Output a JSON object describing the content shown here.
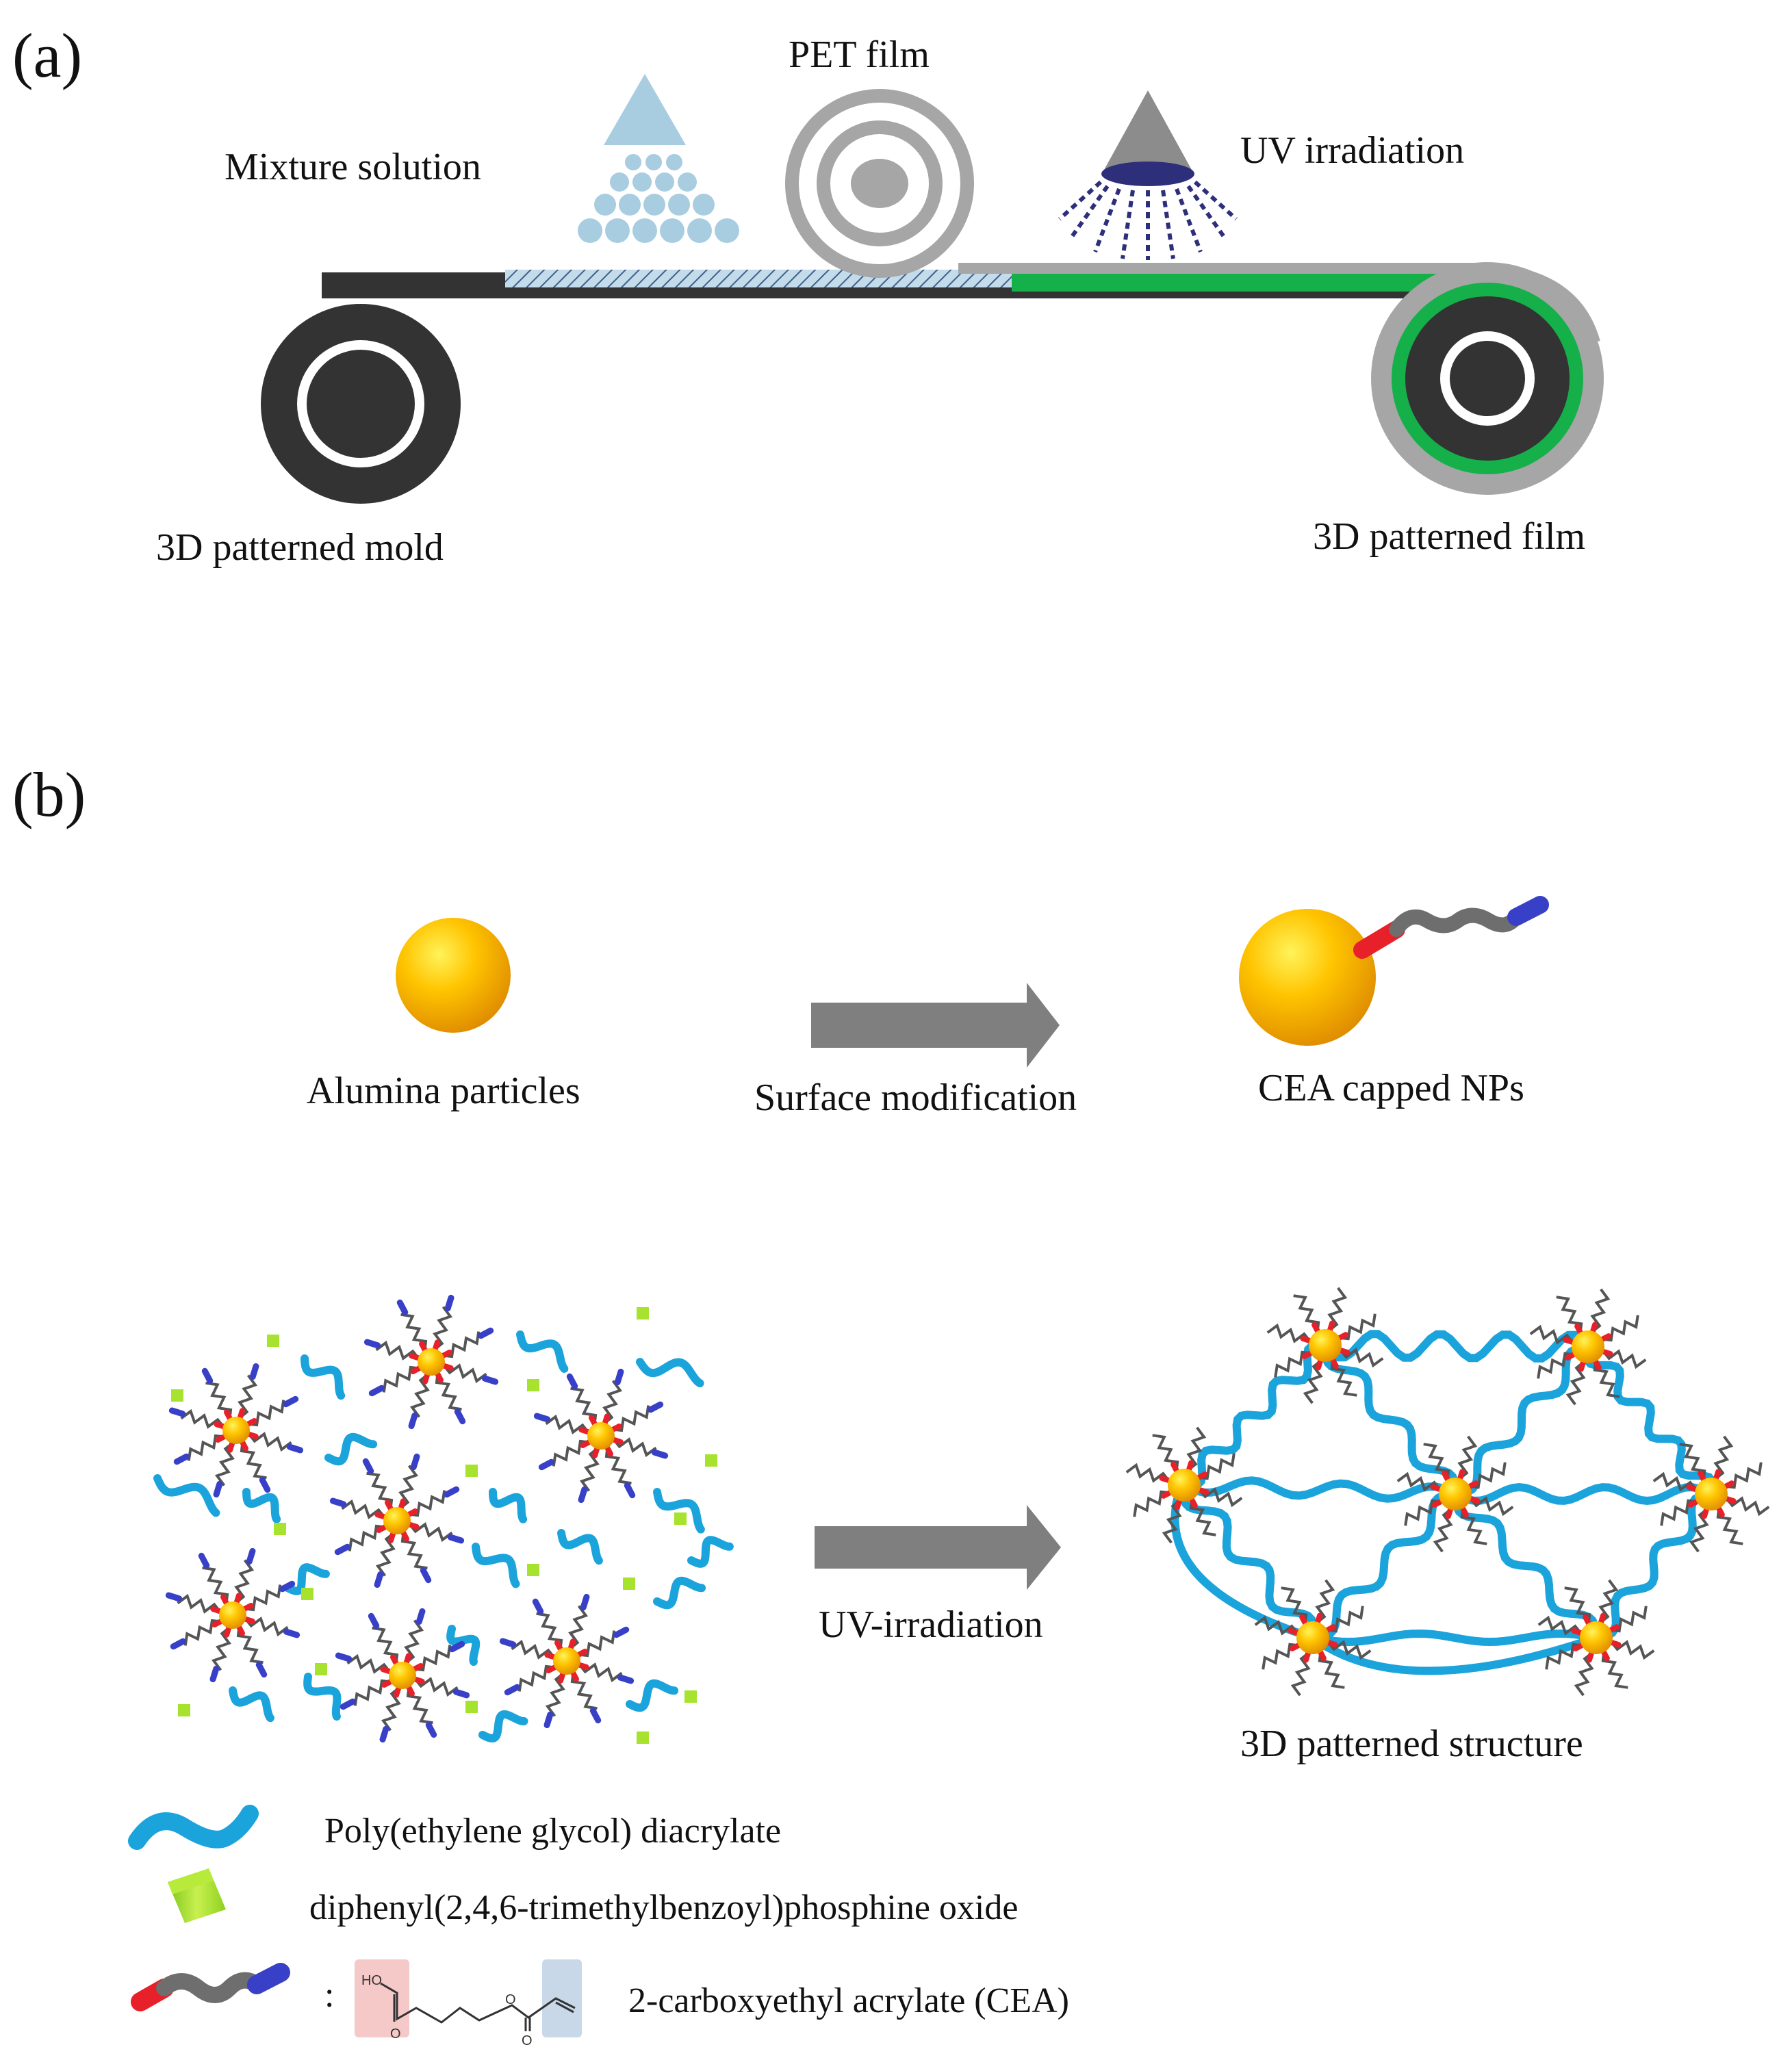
{
  "panel_a": {
    "label": "(a)",
    "mixture_solution": "Mixture solution",
    "pet_film": "PET film",
    "uv_irradiation": "UV irradiation",
    "mold": "3D patterned mold",
    "film": "3D patterned  film",
    "colors": {
      "belt": "#333333",
      "roller_gray": "#a6a6a6",
      "cured_green": "#16b04a",
      "solution_blue": "#a8cde0",
      "lamp_navy": "#2d2f7a"
    }
  },
  "panel_b": {
    "label": "(b)",
    "alumina": "Alumina particles",
    "surface_mod": "Surface modification",
    "cea_np": "CEA capped NPs",
    "uv": "UV-irradiation",
    "structure": "3D patterned structure",
    "legend": {
      "peg": "Poly(ethylene glycol) diacrylate",
      "photoinit": "diphenyl(2,4,6-trimethylbenzoyl)phosphine oxide",
      "colon": ":",
      "cea": "2-carboxyethyl acrylate (CEA)",
      "ho": "HO",
      "o": "O"
    },
    "colors": {
      "particle": "#f5b800",
      "peg_blue": "#1ba3dc",
      "photo_green": "#a6e22e",
      "cea_red": "#e8202a",
      "cea_gray": "#6e6e6e",
      "cea_blue": "#3840c8",
      "arrow": "#7f7f7f"
    }
  }
}
